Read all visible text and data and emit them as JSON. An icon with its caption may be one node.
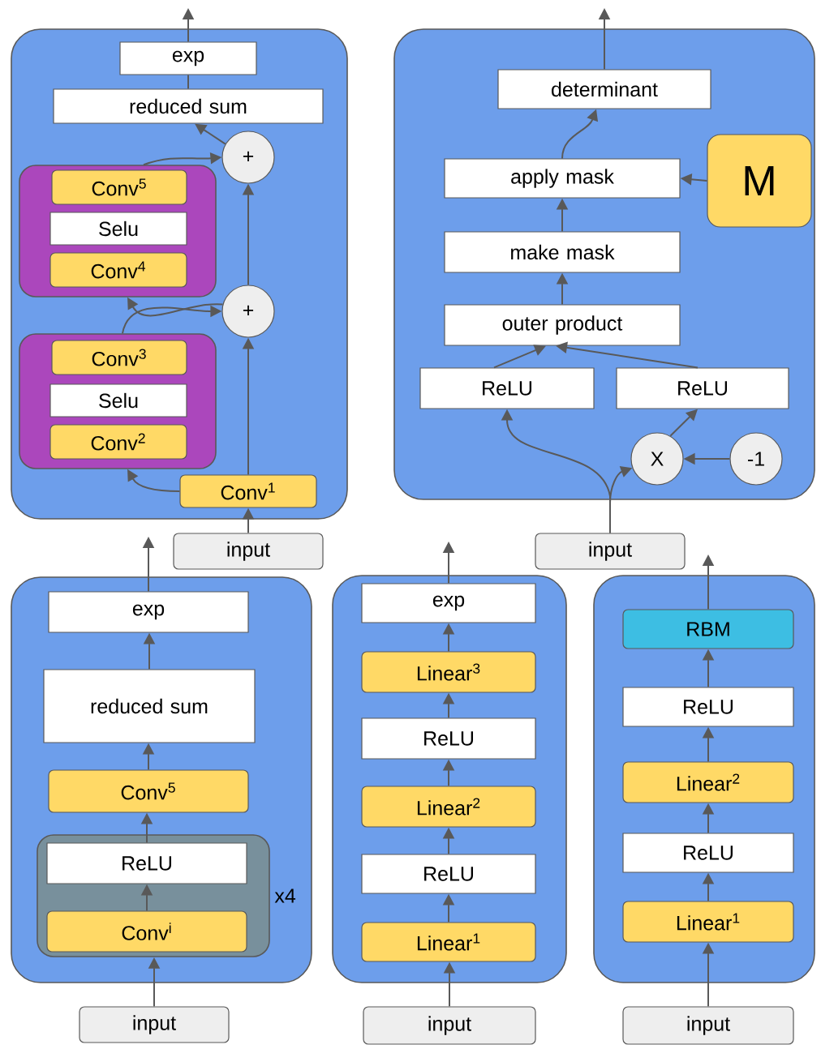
{
  "diagram": {
    "nodes": [
      {
        "text": [],
        "shape": "box"
      },
      {
        "text": [
          "exp"
        ],
        "in": 0
      },
      {
        "text": [
          "reduced sum"
        ],
        "in": 0
      },
      {
        "text": [
          "+"
        ],
        "in": 0
      },
      {
        "text": [],
        "shape": "box",
        "in": 0
      },
      {
        "text": [
          "Conv$^{5}$"
        ],
        "in": 4
      },
      {
        "text": [
          "Selu"
        ],
        "in": 4
      },
      {
        "text": [
          "Conv$^{4}$"
        ],
        "in": 4
      },
      {
        "text": [
          "+"
        ],
        "in": 0
      },
      {
        "text": [],
        "shape": "box",
        "in": 0
      },
      {
        "text": [
          "Conv$^{3}$"
        ],
        "in": 9
      },
      {
        "text": [
          "Selu"
        ],
        "in": 9
      },
      {
        "text": [
          "Conv$^{2}$"
        ],
        "in": 9
      },
      {
        "text": [
          "Conv$^{1}$"
        ],
        "in": 0
      },
      {
        "text": [
          "input"
        ]
      },
      {
        "text": [],
        "shape": "box"
      },
      {
        "text": [
          "determinant"
        ],
        "in": 15
      },
      {
        "text": [
          "M"
        ],
        "in": 15
      },
      {
        "text": [
          "apply mask"
        ],
        "in": 15
      },
      {
        "text": [
          "make mask"
        ],
        "in": 15
      },
      {
        "text": [
          "outer product"
        ],
        "in": 15
      },
      {
        "text": [
          "ReLU"
        ],
        "in": 15
      },
      {
        "text": [
          "ReLU"
        ],
        "in": 15
      },
      {
        "text": [
          "X"
        ],
        "in": 15
      },
      {
        "text": [
          "-1"
        ],
        "in": 15
      },
      {
        "text": [
          "input"
        ]
      },
      {
        "text": [],
        "shape": "box"
      },
      {
        "text": [
          "exp"
        ],
        "in": 26
      },
      {
        "text": [
          "reduced sum"
        ],
        "in": 26
      },
      {
        "text": [
          "Conv$^{5}$"
        ],
        "in": 26
      },
      {
        "text": [],
        "shape": "box",
        "in": 26,
        "beside": [
          "x4"
        ]
      },
      {
        "text": [
          "ReLU"
        ],
        "in": 30
      },
      {
        "text": [
          "Conv$^{i}$"
        ],
        "in": 30
      },
      {
        "text": [
          "input"
        ]
      },
      {
        "text": [],
        "shape": "box"
      },
      {
        "text": [
          "exp"
        ],
        "in": 34
      },
      {
        "text": [
          "Linear$^{3}$"
        ],
        "in": 34
      },
      {
        "text": [
          "ReLU"
        ],
        "in": 34
      },
      {
        "text": [
          "Linear$^{2}$"
        ],
        "in": 34
      },
      {
        "text": [
          "ReLU"
        ],
        "in": 34
      },
      {
        "text": [
          "Linear$^{1}$"
        ],
        "in": 34
      },
      {
        "text": [
          "input"
        ]
      },
      {
        "text": [],
        "shape": "box"
      },
      {
        "text": [
          "RBM"
        ],
        "in": 42
      },
      {
        "text": [
          "ReLU"
        ],
        "in": 42
      },
      {
        "text": [
          "Linear$^{2}$"
        ],
        "in": 42
      },
      {
        "text": [
          "ReLU"
        ],
        "in": 42
      },
      {
        "text": [
          "Linear$^{1}$"
        ],
        "in": 42
      },
      {
        "text": [
          "input"
        ]
      }
    ],
    "edges": [
      {
        "from": 14,
        "to": 13,
        "arrow": "to"
      },
      {
        "from": 13,
        "to": 9,
        "arrow": "to"
      },
      {
        "from": 13,
        "to": 8,
        "arrow": "to"
      },
      {
        "from": 9,
        "to": 8,
        "arrow": "to"
      },
      {
        "from": 8,
        "to": 4,
        "arrow": "to"
      },
      {
        "from": 8,
        "to": 3,
        "arrow": "to"
      },
      {
        "from": 4,
        "to": 3,
        "arrow": "to"
      },
      {
        "from": 3,
        "to": 2,
        "arrow": "to"
      },
      {
        "from": 2,
        "to": 1,
        "arrow": "none"
      },
      {
        "from": 1,
        "to": null,
        "arrow": "to"
      },
      {
        "from": 25,
        "to": 23,
        "arrow": "to"
      },
      {
        "from": 25,
        "to": 21,
        "arrow": "to"
      },
      {
        "from": 24,
        "to": 23,
        "arrow": "to"
      },
      {
        "from": 23,
        "to": 22,
        "arrow": "to"
      },
      {
        "from": 21,
        "to": 20,
        "arrow": "to"
      },
      {
        "from": 22,
        "to": 20,
        "arrow": "to"
      },
      {
        "from": 20,
        "to": 19,
        "arrow": "to"
      },
      {
        "from": 19,
        "to": 18,
        "arrow": "to"
      },
      {
        "from": 17,
        "to": 18,
        "arrow": "to"
      },
      {
        "from": 18,
        "to": 16,
        "arrow": "to"
      },
      {
        "from": 16,
        "to": null,
        "arrow": "to"
      },
      {
        "from": 33,
        "to": 30,
        "arrow": "to"
      },
      {
        "from": 32,
        "to": 31,
        "arrow": "to"
      },
      {
        "from": 31,
        "to": 29,
        "arrow": "to"
      },
      {
        "from": 29,
        "to": 28,
        "arrow": "to"
      },
      {
        "from": 28,
        "to": 27,
        "arrow": "to"
      },
      {
        "from": 27,
        "to": null,
        "arrow": "to"
      },
      {
        "from": 41,
        "to": 40,
        "arrow": "to"
      },
      {
        "from": 40,
        "to": 39,
        "arrow": "to"
      },
      {
        "from": 39,
        "to": 38,
        "arrow": "to"
      },
      {
        "from": 38,
        "to": 37,
        "arrow": "to"
      },
      {
        "from": 37,
        "to": 36,
        "arrow": "to"
      },
      {
        "from": 36,
        "to": 35,
        "arrow": "to"
      },
      {
        "from": 35,
        "to": null,
        "arrow": "to"
      },
      {
        "from": 48,
        "to": 47,
        "arrow": "to"
      },
      {
        "from": 47,
        "to": 46,
        "arrow": "to"
      },
      {
        "from": 46,
        "to": 45,
        "arrow": "to"
      },
      {
        "from": 45,
        "to": 44,
        "arrow": "to"
      },
      {
        "from": 44,
        "to": 43,
        "arrow": "to"
      },
      {
        "from": 43,
        "to": null,
        "arrow": "to"
      }
    ]
  }
}
